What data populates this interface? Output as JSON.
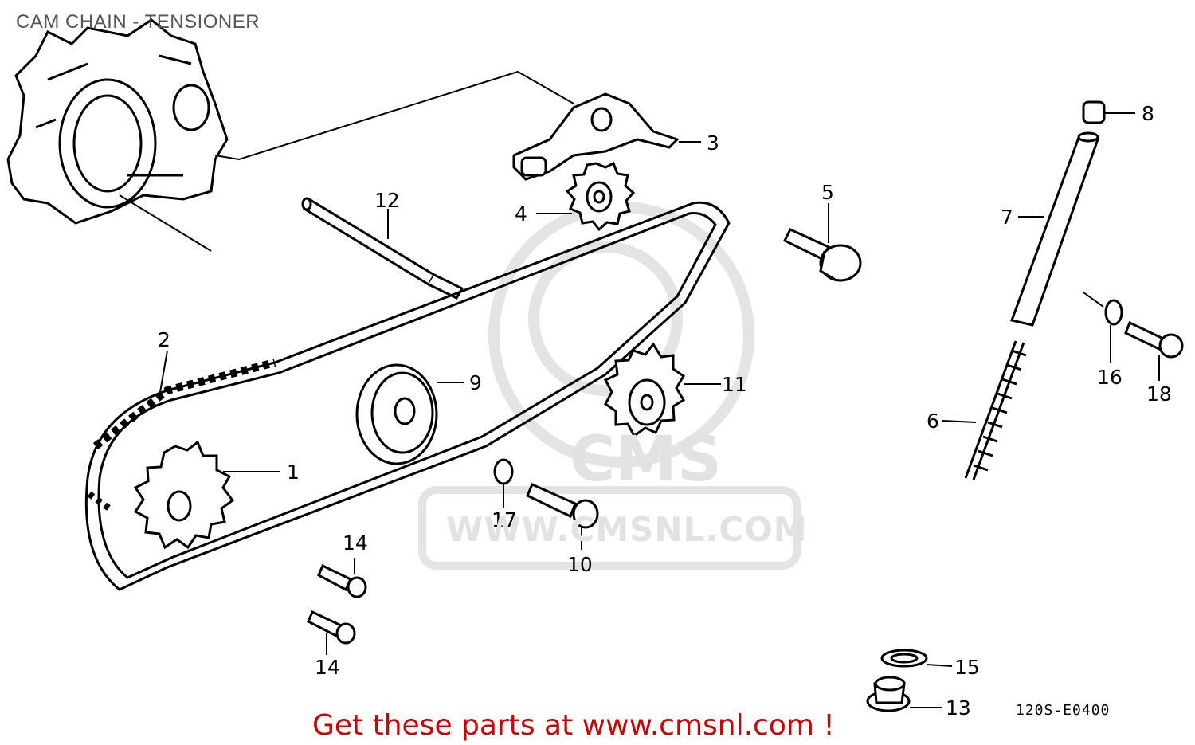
{
  "title": "CAM CHAIN - TENSIONER",
  "callout": "Get these parts at www.cmsnl.com !",
  "diagram_code": "120S-E0400",
  "watermark": {
    "brand": "CMS",
    "url": "WWW.CMSNL.COM"
  },
  "callout_color": "#cc0000",
  "part_refs": {
    "p1": "1",
    "p2": "2",
    "p3": "3",
    "p4": "4",
    "p5": "5",
    "p6": "6",
    "p7": "7",
    "p8": "8",
    "p9": "9",
    "p10": "10",
    "p11": "11",
    "p12": "12",
    "p13": "13",
    "p14a": "14",
    "p14b": "14",
    "p15": "15",
    "p16": "16",
    "p17": "17",
    "p18": "18"
  }
}
